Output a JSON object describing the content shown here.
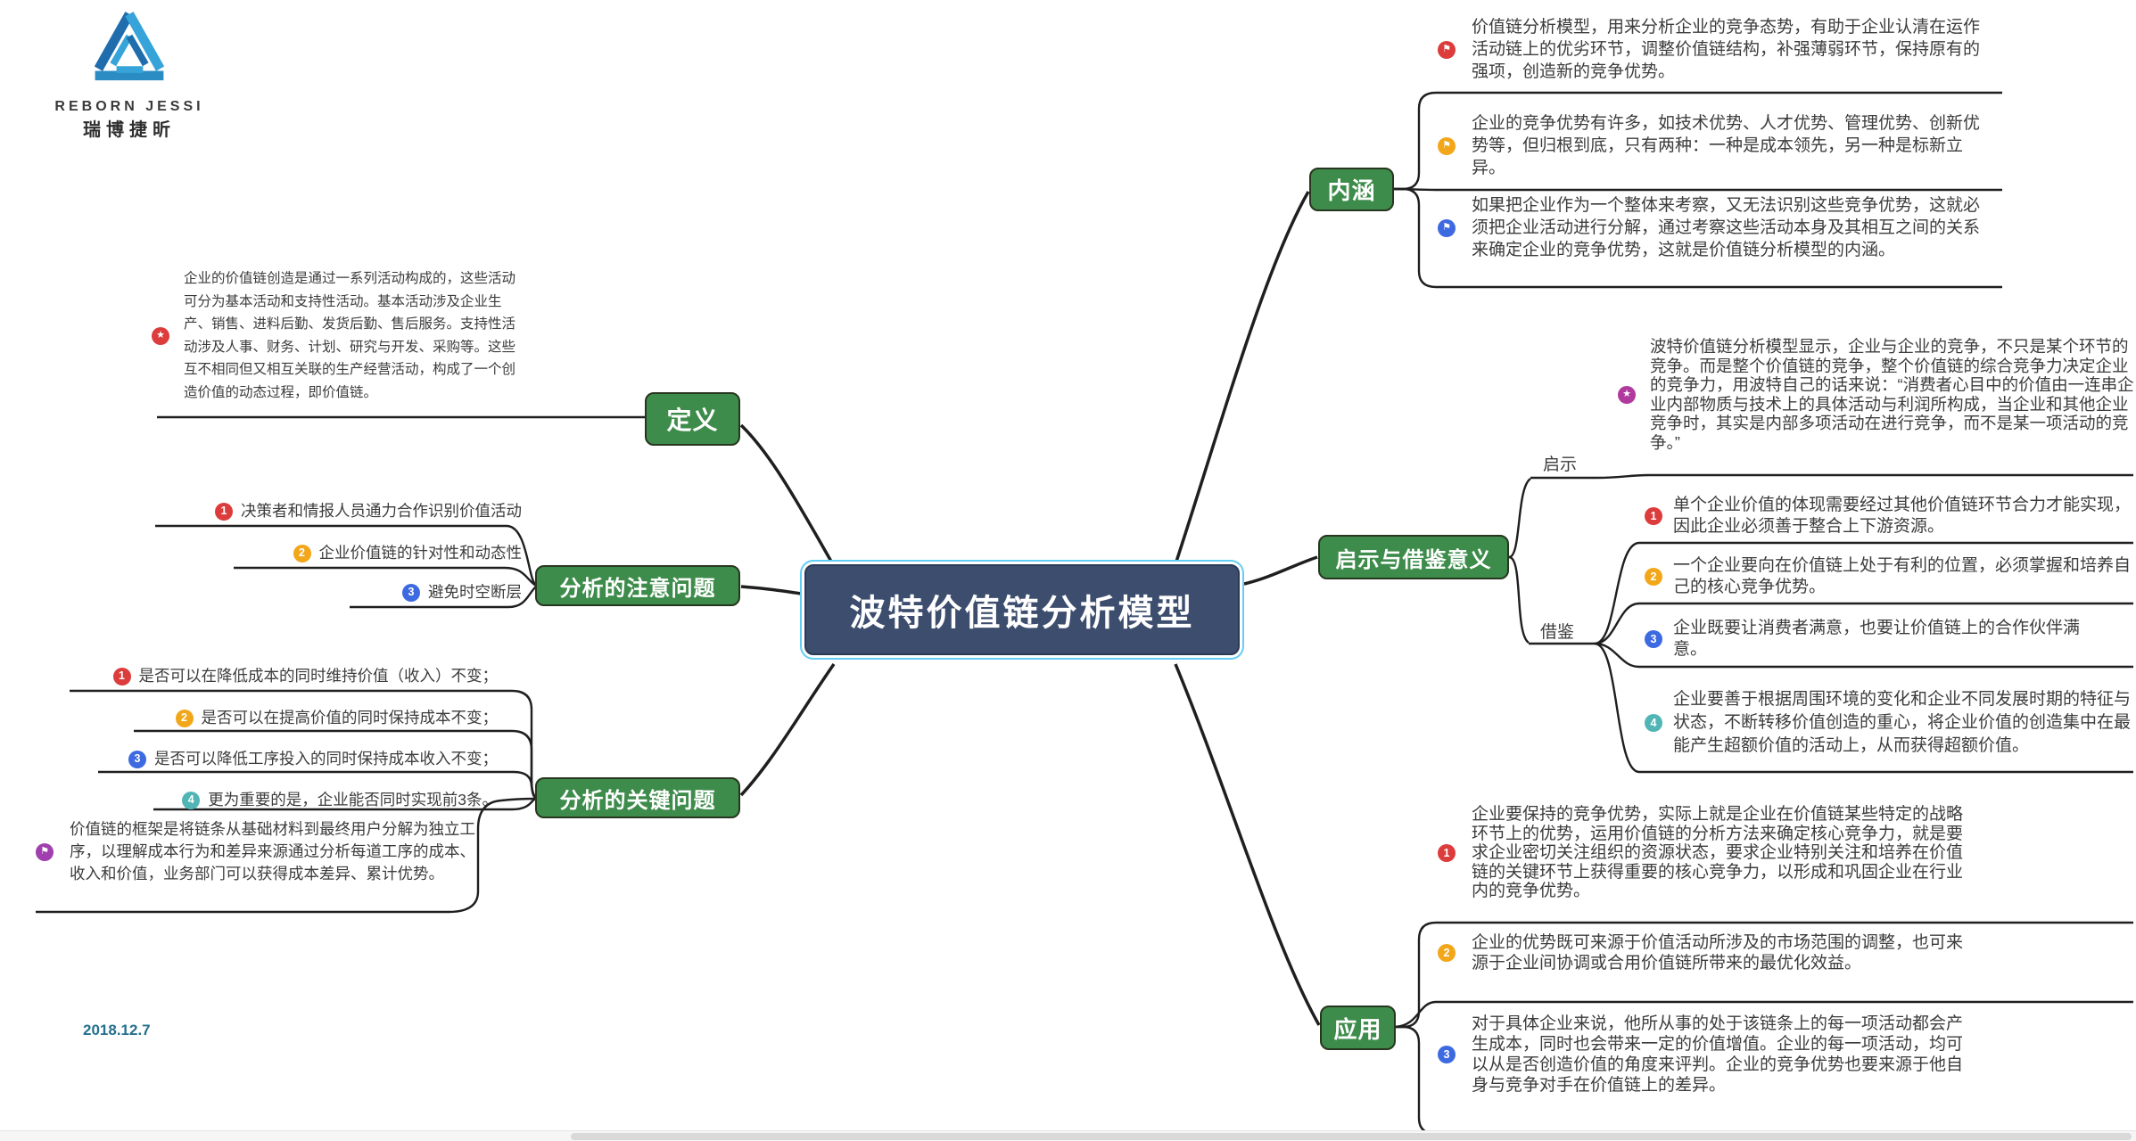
{
  "brand": {
    "logo_icon": "triangle-knot-logo",
    "name_en": "REBORN JESSI",
    "name_zh": "瑞博捷昕"
  },
  "date": "2018.12.7",
  "root": {
    "title": "波特价值链分析模型"
  },
  "definition": {
    "label": "定义",
    "note": {
      "icon": "star-badge-red",
      "glyph": "★",
      "text": "企业的价值链创造是通过一系列活动构成的，这些活动可分为基本活动和支持性活动。基本活动涉及企业生产、销售、进料后勤、发货后勤、售后服务。支持性活动涉及人事、财务、计划、研究与开发、采购等。这些互不相同但又相互关联的生产经营活动，构成了一个创造价值的动态过程，即价值链。"
    }
  },
  "attention": {
    "label": "分析的注意问题",
    "items": [
      {
        "badge": "1",
        "icon": "numbered-badge-red",
        "text": "决策者和情报人员通力合作识别价值活动"
      },
      {
        "badge": "2",
        "icon": "numbered-badge-yellow",
        "text": "企业价值链的针对性和动态性"
      },
      {
        "badge": "3",
        "icon": "numbered-badge-blue",
        "text": "避免时空断层"
      }
    ]
  },
  "key_questions": {
    "label": "分析的关键问题",
    "items": [
      {
        "badge": "1",
        "icon": "numbered-badge-red",
        "text": "是否可以在降低成本的同时维持价值（收入）不变；"
      },
      {
        "badge": "2",
        "icon": "numbered-badge-yellow",
        "text": "是否可以在提高价值的同时保持成本不变；"
      },
      {
        "badge": "3",
        "icon": "numbered-badge-blue",
        "text": "是否可以降低工序投入的同时保持成本收入不变；"
      },
      {
        "badge": "4",
        "icon": "numbered-badge-teal",
        "text": "更为重要的是，企业能否同时实现前3条。"
      }
    ],
    "note": {
      "icon": "flag-badge-purple",
      "glyph": "⚑",
      "text": "价值链的框架是将链条从基础材料到最终用户分解为独立工序，以理解成本行为和差异来源通过分析每道工序的成本、收入和价值，业务部门可以获得成本差异、累计优势。"
    }
  },
  "connotation": {
    "label": "内涵",
    "items": [
      {
        "glyph": "⚑",
        "icon": "flag-badge-red",
        "text": "价值链分析模型，用来分析企业的竞争态势，有助于企业认清在运作活动链上的优劣环节，调整价值链结构，补强薄弱环节，保持原有的强项，创造新的竞争优势。"
      },
      {
        "glyph": "⚑",
        "icon": "flag-badge-yellow",
        "text": "企业的竞争优势有许多，如技术优势、人才优势、管理优势、创新优势等，但归根到底，只有两种：一种是成本领先，另一种是标新立异。"
      },
      {
        "glyph": "⚑",
        "icon": "flag-badge-blue",
        "text": "如果把企业作为一个整体来考察，又无法识别这些竞争优势，这就必须把企业活动进行分解，通过考察这些活动本身及其相互之间的关系来确定企业的竞争优势，这就是价值链分析模型的内涵。"
      }
    ]
  },
  "insight": {
    "label": "启示与借鉴意义",
    "inspiration": {
      "label": "启示",
      "note": {
        "icon": "star-badge-magenta",
        "glyph": "★",
        "text": "波特价值链分析模型显示，企业与企业的竞争，不只是某个环节的竞争。而是整个价值链的竞争，整个价值链的综合竞争力决定企业的竞争力，用波特自己的话来说：“消费者心目中的价值由一连串企业内部物质与技术上的具体活动与利润所构成，当企业和其他企业竞争时，其实是内部多项活动在进行竞争，而不是某一项活动的竞争。”"
      }
    },
    "reference": {
      "label": "借鉴",
      "items": [
        {
          "badge": "1",
          "icon": "numbered-badge-red",
          "text": "单个企业价值的体现需要经过其他价值链环节合力才能实现，因此企业必须善于整合上下游资源。"
        },
        {
          "badge": "2",
          "icon": "numbered-badge-yellow",
          "text": "一个企业要向在价值链上处于有利的位置，必须掌握和培养自己的核心竞争优势。"
        },
        {
          "badge": "3",
          "icon": "numbered-badge-blue",
          "text": "企业既要让消费者满意，也要让价值链上的合作伙伴满意。"
        },
        {
          "badge": "4",
          "icon": "numbered-badge-teal",
          "text": "企业要善于根据周围环境的变化和企业不同发展时期的特征与状态，不断转移价值创造的重心，将企业价值的创造集中在最能产生超额价值的活动上，从而获得超额价值。"
        }
      ]
    }
  },
  "application": {
    "label": "应用",
    "items": [
      {
        "badge": "1",
        "icon": "numbered-badge-red",
        "text": "企业要保持的竞争优势，实际上就是企业在价值链某些特定的战略环节上的优势，运用价值链的分析方法来确定核心竞争力，就是要求企业密切关注组织的资源状态，要求企业特别关注和培养在价值链的关键环节上获得重要的核心竞争力，以形成和巩固企业在行业内的竞争优势。"
      },
      {
        "badge": "2",
        "icon": "numbered-badge-yellow",
        "text": "企业的优势既可来源于价值活动所涉及的市场范围的调整，也可来源于企业间协调或合用价值链所带来的最优化效益。"
      },
      {
        "badge": "3",
        "icon": "numbered-badge-blue",
        "text": "对于具体企业来说，他所从事的处于该链条上的每一项活动都会产生成本，同时也会带来一定的价值增值。企业的每一项活动，均可以从是否创造价值的角度来评判。企业的竞争优势也要来源于他自身与竞争对手在价值链上的差异。"
      }
    ]
  },
  "colors": {
    "branch_node": "#3e8c4b",
    "central_bg": "#3c4d6e",
    "central_outline": "#63cdf6",
    "connector_line": "#1f1f1f",
    "badge_red": "#dc3c3c",
    "badge_yellow": "#f2a71b",
    "badge_blue": "#3e6ae1",
    "badge_teal": "#52b5b5",
    "badge_purple": "#a03fae",
    "badge_magenta": "#b13a9e",
    "date_text": "#24708e",
    "logo_blue_dark": "#1f6dad",
    "logo_blue_light": "#36a3d9"
  }
}
